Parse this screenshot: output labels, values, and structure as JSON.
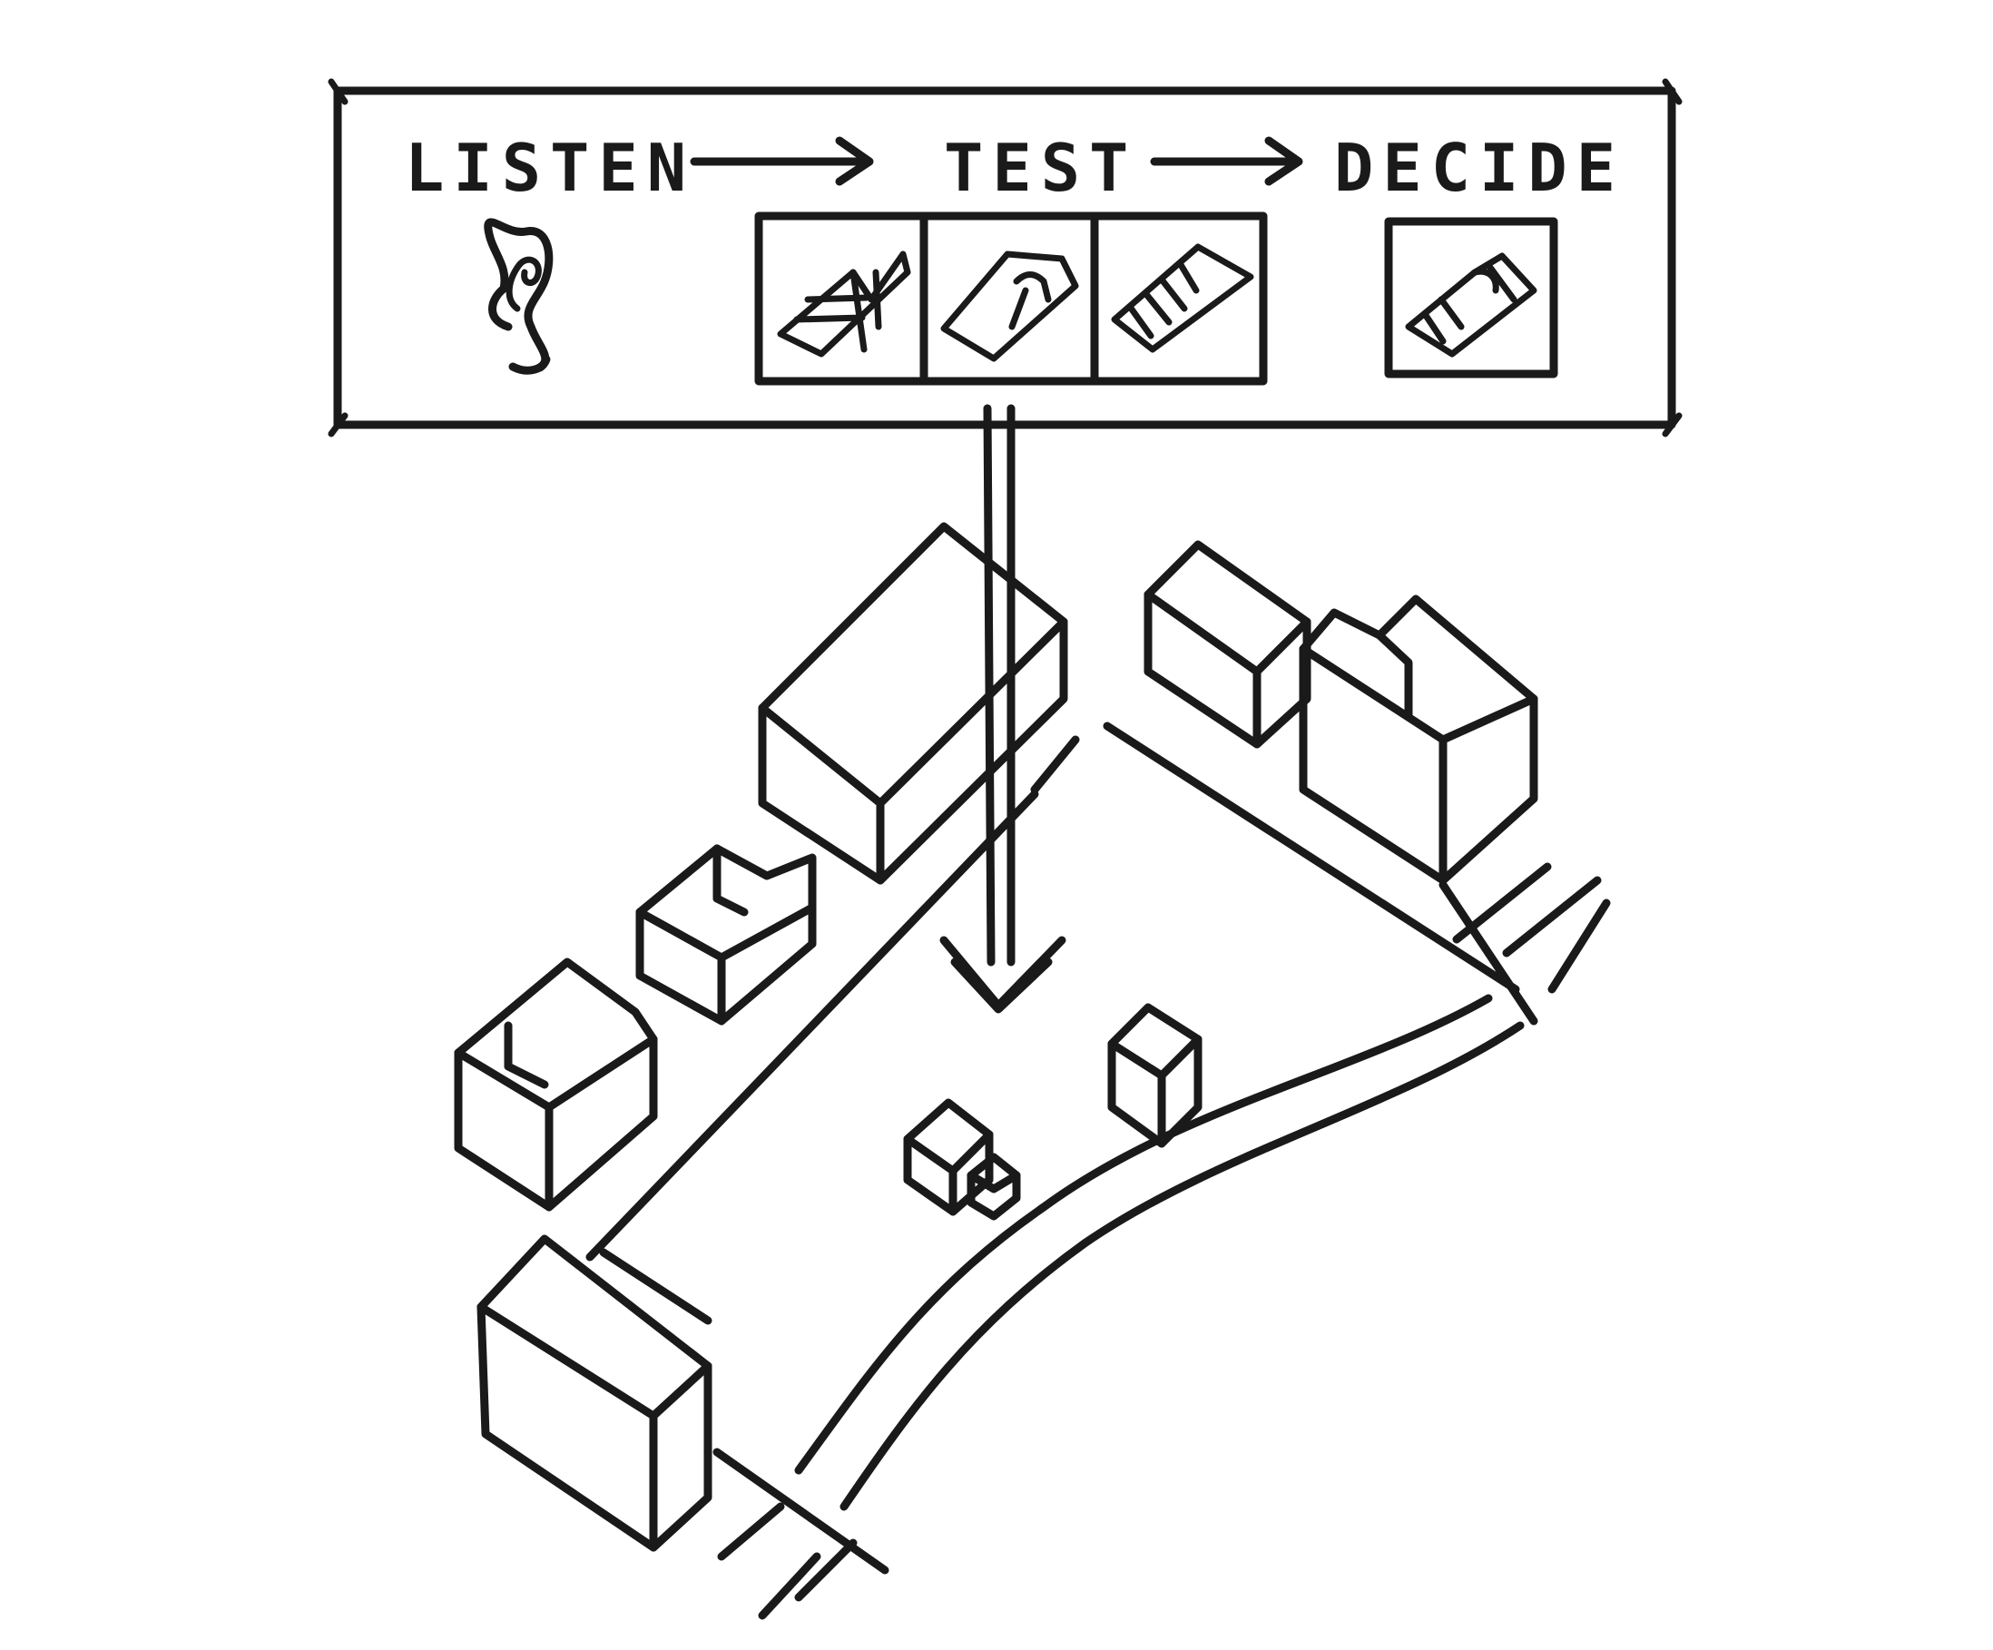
{
  "process": {
    "steps": [
      {
        "label": "LISTEN",
        "icon": "ear-icon"
      },
      {
        "label": "TEST",
        "icon": "design-option-icon"
      },
      {
        "label": "DECIDE",
        "icon": "chosen-design-icon"
      }
    ],
    "test_options_count": 3
  },
  "scene": {
    "icon": "isometric-street-site-icon"
  },
  "colors": {
    "ink": "#1a1a1a",
    "paper": "#ffffff"
  }
}
